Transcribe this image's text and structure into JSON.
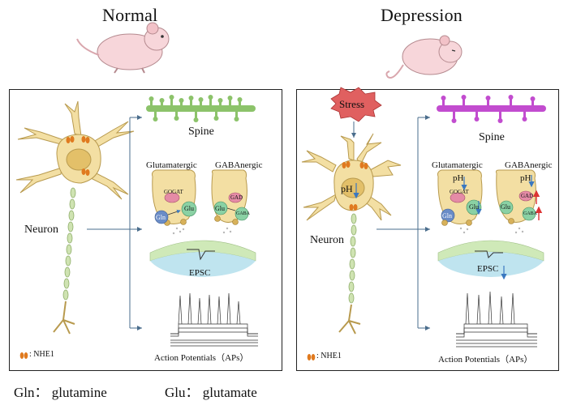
{
  "conditions": {
    "normal": {
      "title": "Normal",
      "labels": {
        "neuron": "Neuron",
        "spine": "Spine",
        "glutamatergic": "Glutamatergic",
        "gabaergic": "GABAnergic",
        "epsc": "EPSC",
        "aps": "Action Potentials（APs）",
        "nhe1": ": NHE1",
        "gogat": "GOGAT",
        "gln": "Gln",
        "glu": "Glu",
        "gad": "GAD",
        "glu2": "Glu",
        "gaba": "GABA"
      }
    },
    "depression": {
      "title": "Depression",
      "labels": {
        "stress": "Stress",
        "ph_soma": "pH",
        "neuron": "Neuron",
        "spine": "Spine",
        "glutamatergic": "Glutamatergic",
        "gabaergic": "GABAnergic",
        "ph_glut": "pH",
        "ph_gaba": "pH",
        "epsc": "EPSC",
        "aps": "Action Potentials（APs）",
        "nhe1": ": NHE1",
        "gogat": "GOGAT",
        "gln": "Gln",
        "glu": "Glu",
        "gad": "GAD",
        "glu2": "Glu",
        "gaba": "GABA"
      }
    }
  },
  "footer": {
    "gln_def": "Gln： glutamine",
    "glu_def": "Glu： glutamate"
  },
  "colors": {
    "neuron_fill": "#f3dfa3",
    "neuron_stroke": "#b89a4e",
    "nucleus": "#e3c069",
    "axon": "#cfe3b2",
    "nhe1": "#e07a1f",
    "spine_normal": "#8cc36a",
    "spine_depression": "#c24ccf",
    "mouse": "#f7d6da",
    "stress_fill": "#e06060",
    "arrow": "#4a6d8c",
    "membrane": "#bfe4ef"
  }
}
